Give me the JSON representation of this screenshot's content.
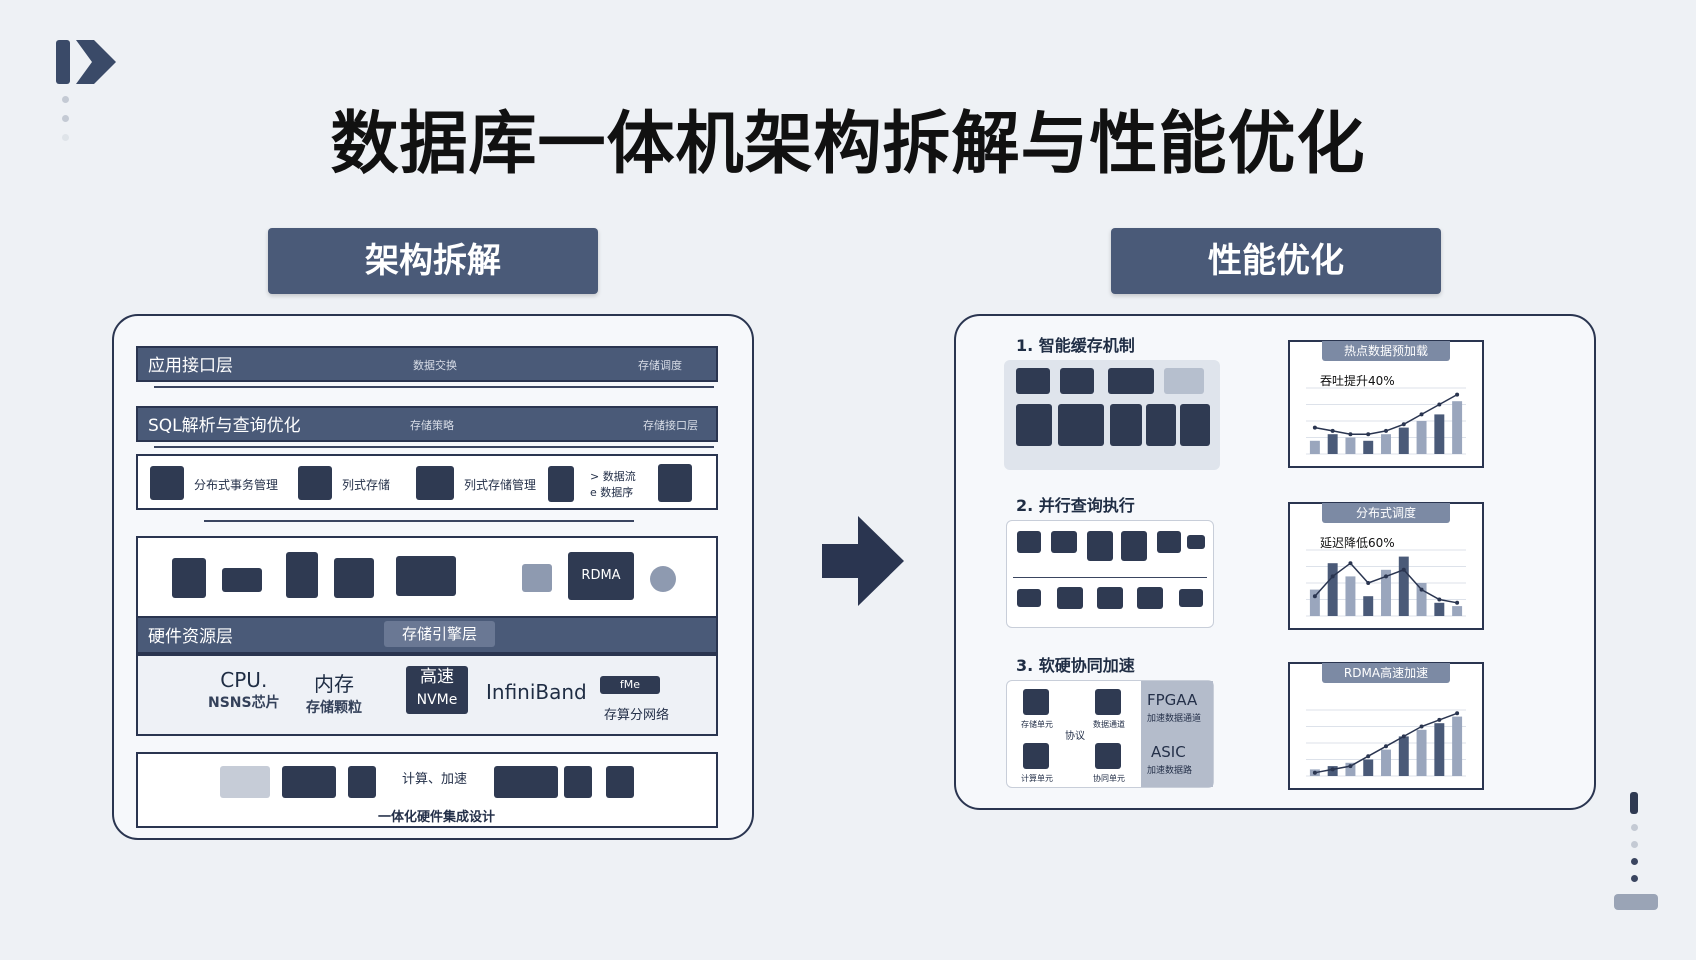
{
  "title": "数据库一体机架构拆解与性能优化",
  "left_header": "架构拆解",
  "right_header": "性能优化",
  "arch": {
    "app_layer": "应用接口层",
    "app_sub1": "数据交换",
    "app_sub2": "存储调度",
    "sql_layer": "SQL解析与查询优化",
    "sql_sub1": "存储策略",
    "sql_sub2": "存储接口层",
    "mod1": "分布式事务管理",
    "mod2": "列式存储",
    "mod3": "列式存储管理",
    "mod4a": "> 数据流",
    "mod4b": "e 数据序",
    "rdma_chip": "RDMA",
    "hw_layer": "硬件资源层",
    "storage_engine": "存储引擎层",
    "cpu": "CPU.",
    "cpu_sub": "NSNS芯片",
    "mem": "内存",
    "mem_sub": "存储颗粒",
    "nvme_top": "高速",
    "nvme_bottom": "NVMe",
    "ib": "InfiniBand",
    "net_chip": "fMe",
    "net": "存算分网络",
    "compute": "计算、加速",
    "integrated": "一体化硬件集成设计"
  },
  "opt": {
    "item1": "1. 智能缓存机制",
    "item2": "2. 并行查询执行",
    "item3": "3. 软硬协同加速",
    "fpga": "FPGAA",
    "fpga_sub": "加速数据通道",
    "asic": "ASIC",
    "asic_sub": "加速数据路",
    "mid_label": "协议",
    "chip_l1": "存储单元",
    "chip_l2": "数据通道",
    "chip_l3": "计算单元",
    "chip_l4": "协同单元",
    "chart1_tag": "热点数据预加载",
    "chart1_note": "吞吐提升40%",
    "chart2_tag": "分布式调度",
    "chart2_note": "延迟降低60%",
    "chart3_tag": "RDMA高速加速"
  },
  "chart_data": [
    {
      "type": "bar",
      "title": "热点数据预加载",
      "annotation": "吞吐提升40%",
      "values": [
        2,
        3,
        2.5,
        2,
        3,
        4,
        5,
        6,
        8
      ],
      "line": [
        4,
        3.5,
        3,
        3,
        3.5,
        4.5,
        6,
        7.5,
        9
      ],
      "ylim": [
        0,
        10
      ]
    },
    {
      "type": "bar",
      "title": "分布式调度",
      "annotation": "延迟降低60%",
      "values": [
        4,
        8,
        6,
        3,
        7,
        9,
        5,
        2,
        1.5
      ],
      "line": [
        3,
        6,
        8,
        5,
        6,
        7,
        4,
        2.5,
        2
      ],
      "ylim": [
        0,
        10
      ]
    },
    {
      "type": "bar",
      "title": "RDMA高速加速",
      "values": [
        1,
        1.5,
        2,
        2.5,
        4,
        6,
        7,
        8,
        9
      ],
      "line": [
        0.5,
        1,
        1.5,
        3,
        4.5,
        6,
        7.5,
        8.5,
        9.5
      ],
      "ylim": [
        0,
        10
      ]
    }
  ],
  "colors": {
    "accent": "#4a5a78",
    "dark": "#2a3550",
    "bg": "#eef1f5"
  }
}
